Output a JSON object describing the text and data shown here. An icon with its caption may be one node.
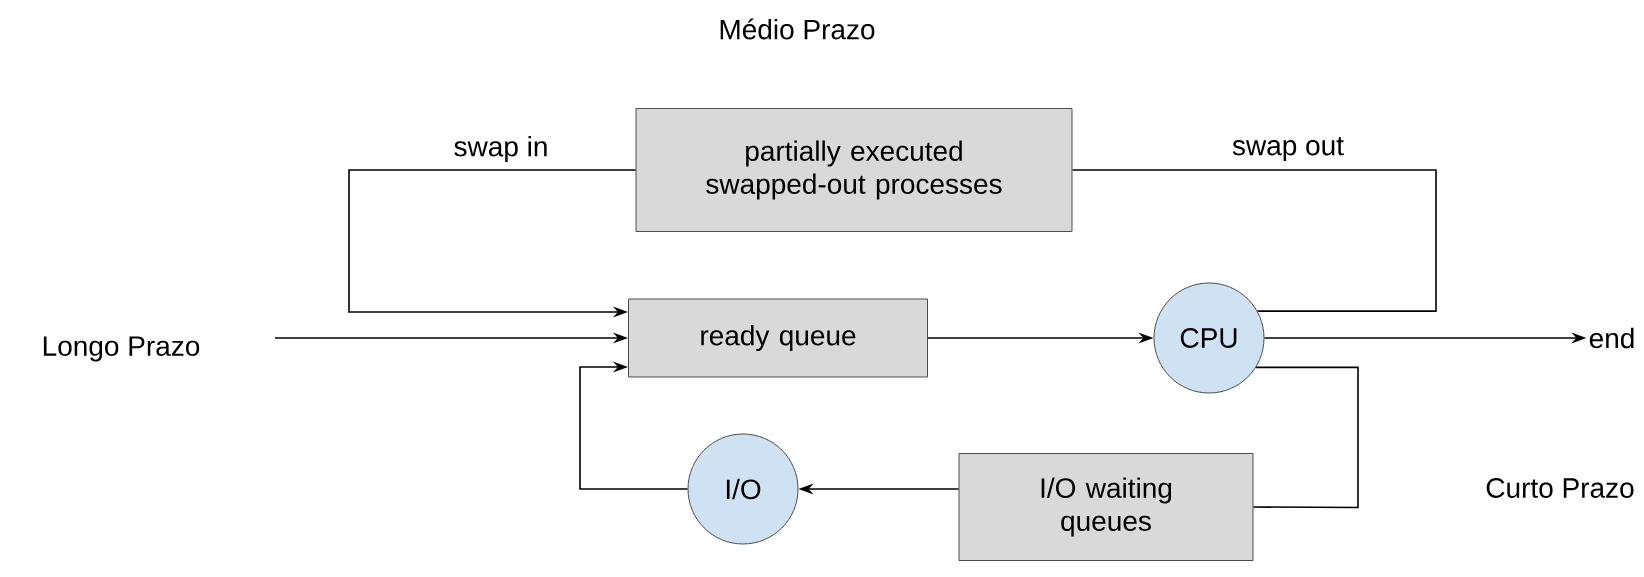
{
  "diagram": {
    "nodes": [
      {
        "text": [
          "partially executed swapped-out processes"
        ]
      },
      {
        "text": [
          "ready queue"
        ]
      },
      {
        "text": [
          "CPU"
        ]
      },
      {
        "text": [
          "I/O waiting queues"
        ]
      },
      {
        "text": [
          "I/O"
        ]
      },
      {
        "text": [
          "end"
        ]
      }
    ],
    "edges": [
      {
        "from": 0,
        "to": 1,
        "arrow": "to",
        "label": "swap in"
      },
      {
        "from": 2,
        "to": 0,
        "arrow": "none",
        "label": "swap out"
      },
      {
        "from": null,
        "to": 1,
        "arrow": "to"
      },
      {
        "from": 1,
        "to": 2,
        "arrow": "to"
      },
      {
        "from": 2,
        "to": 5,
        "arrow": "to"
      },
      {
        "from": 2,
        "to": 3,
        "arrow": "none"
      },
      {
        "from": 3,
        "to": 4,
        "arrow": "to"
      },
      {
        "from": 4,
        "to": 1,
        "arrow": "to"
      }
    ],
    "labels": [
      "Médio Prazo",
      "Longo Prazo",
      "Curto Prazo"
    ]
  }
}
